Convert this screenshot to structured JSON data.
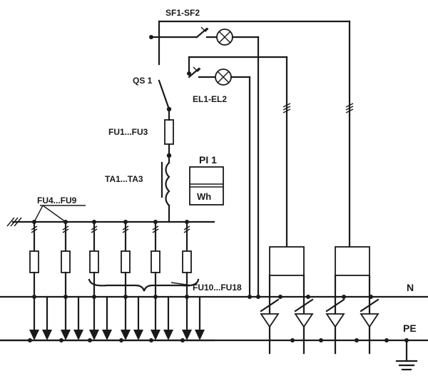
{
  "labels": {
    "sf": "SF1-SF2",
    "qs": "QS 1",
    "el": "EL1-EL2",
    "fu13": "FU1...FU3",
    "ta": "TA1...TA3",
    "pi": "PI 1",
    "wh": "Wh",
    "fu49": "FU4...FU9",
    "fu1018": "FU10...FU18",
    "n": "N",
    "pe": "PE"
  }
}
